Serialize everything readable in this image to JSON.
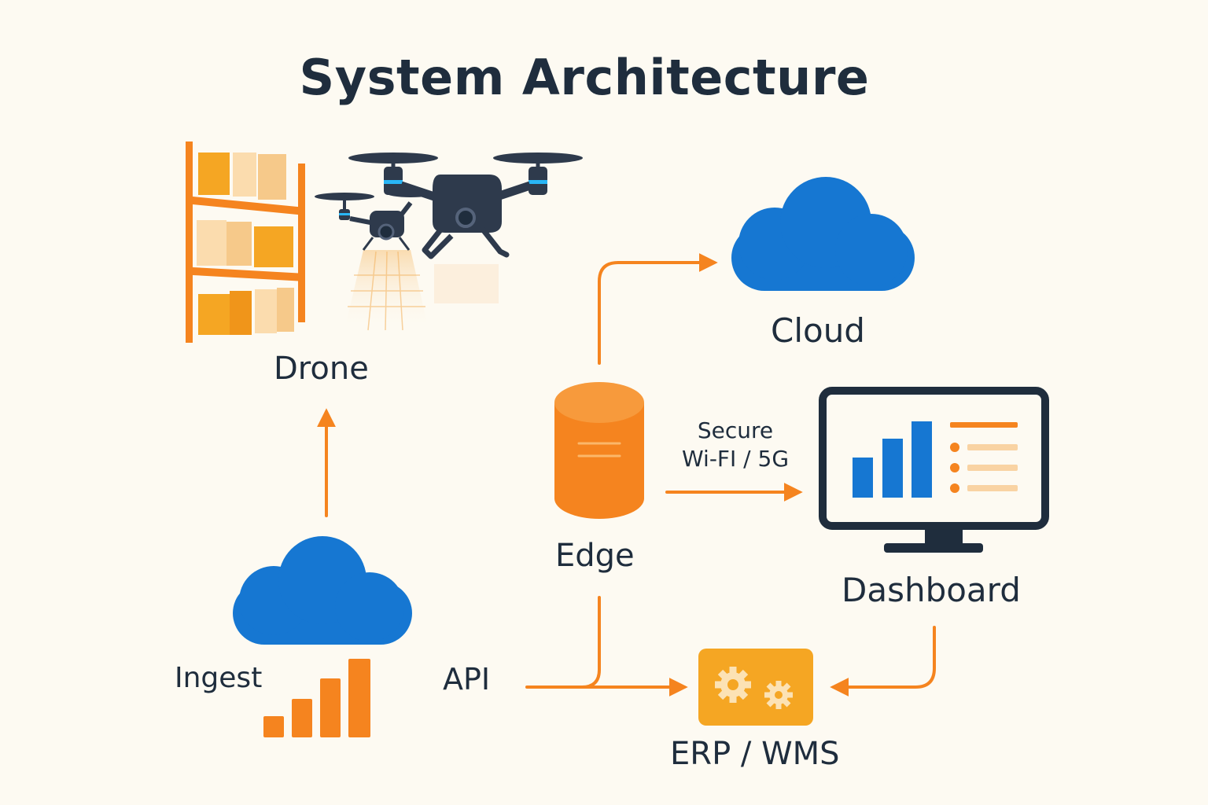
{
  "title": "System Architecture",
  "nodes": {
    "drone": "Drone",
    "cloud": "Cloud",
    "edge": "Edge",
    "dashboard": "Dashboard",
    "erp": "ERP / WMS",
    "ingest": "Ingest",
    "api": "API"
  },
  "link": {
    "line1": "Secure",
    "line2": "Wi-FI / 5G"
  },
  "colors": {
    "background": "#fdfaf2",
    "orange": "#f5841f",
    "blue": "#1677d2",
    "dark": "#1f2d3d",
    "amber": "#f5a623"
  },
  "icons": [
    "warehouse-shelf-icon",
    "drone-icon",
    "cloud-icon",
    "database-icon",
    "monitor-chart-icon",
    "gears-icon",
    "signal-bars-icon"
  ]
}
